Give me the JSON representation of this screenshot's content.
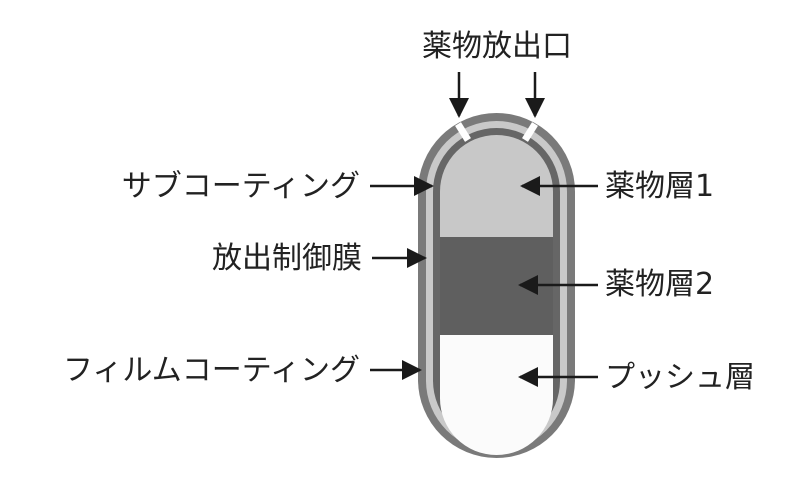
{
  "labels": {
    "drug_outlet": "薬物放出口",
    "sub_coating": "サブコーティング",
    "release_control_membrane": "放出制御膜",
    "film_coating": "フィルムコーティング",
    "drug_layer_1": "薬物層1",
    "drug_layer_2": "薬物層2",
    "push_layer": "プッシュ層"
  },
  "colors": {
    "film_coating": "#7a7a7a",
    "release_membrane": "#c9c9c9",
    "sub_coating": "#666666",
    "drug_layer_1": "#c8c8c8",
    "drug_layer_2": "#5f5f5f",
    "push_layer": "#fbfbfb",
    "arrow": "#1a1a1a"
  }
}
